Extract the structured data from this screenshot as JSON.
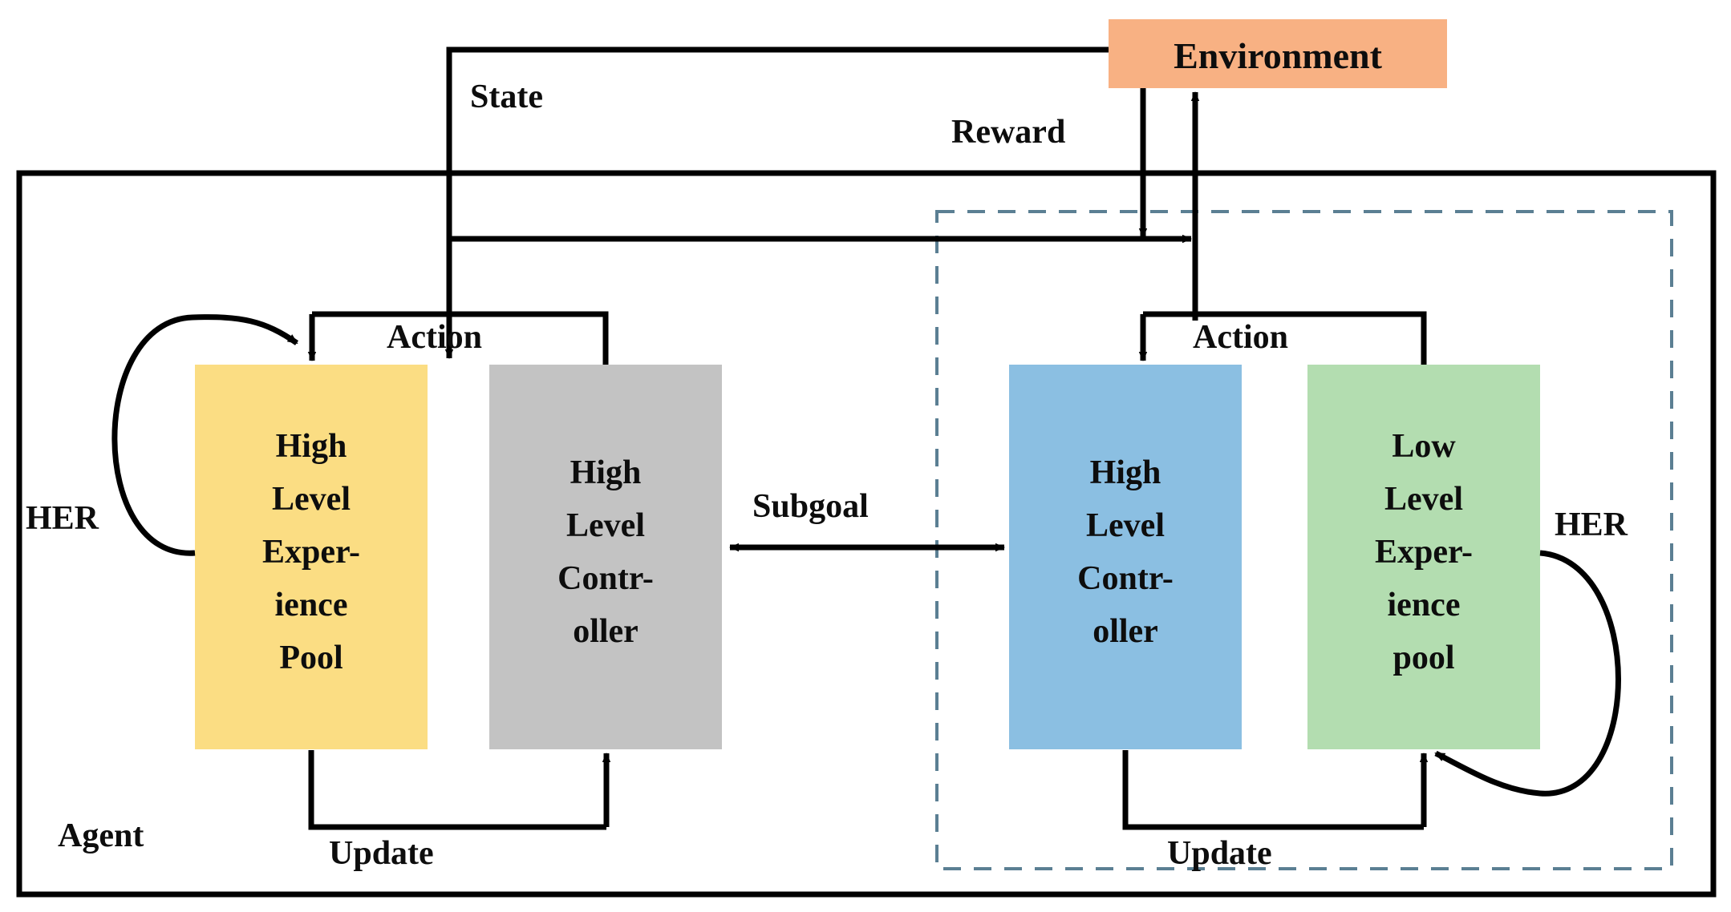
{
  "diagram": {
    "title": "Hierarchical Reinforcement Learning Agent-Environment Architecture",
    "environment": {
      "label": "Environment",
      "color": "#f8b183"
    },
    "agent_container": {
      "label": "Agent",
      "border_color": "#000000"
    },
    "low_level_container": {
      "border_color": "#5b7f93",
      "style": "dashed"
    },
    "boxes": [
      {
        "id": "high-level-experience-pool",
        "lines": [
          "High",
          "Level",
          "Exper-",
          "ience",
          "Pool"
        ],
        "color": "#fbdd83"
      },
      {
        "id": "high-level-controller-left",
        "lines": [
          "High",
          "Level",
          "Contr-",
          "oller"
        ],
        "color": "#c3c3c3"
      },
      {
        "id": "high-level-controller-right",
        "lines": [
          "High",
          "Level",
          "Contr-",
          "oller"
        ],
        "color": "#8bbfe2"
      },
      {
        "id": "low-level-experience-pool",
        "lines": [
          "Low",
          "Level",
          "Exper-",
          "ience",
          "pool"
        ],
        "color": "#b3ddb0"
      }
    ],
    "edges": {
      "state": "State",
      "reward": "Reward",
      "action_left": "Action",
      "action_right": "Action",
      "subgoal": "Subgoal",
      "update_left": "Update",
      "update_right": "Update",
      "her_left": "HER",
      "her_right": "HER"
    }
  }
}
